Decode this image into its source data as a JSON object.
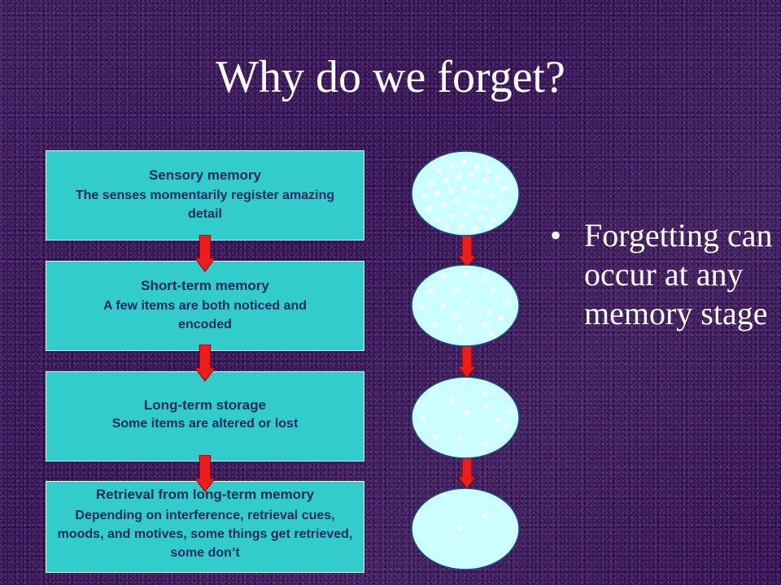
{
  "title": "Why do we forget?",
  "stages": [
    {
      "name": "Sensory memory",
      "desc": "The senses momentarily register amazing detail"
    },
    {
      "name": "Short-term memory",
      "desc": "A few items are both noticed and encoded"
    },
    {
      "name": "Long-term storage",
      "desc": "Some items are altered or lost"
    },
    {
      "name": "Retrieval from long-term memory",
      "desc": "Depending on interference, retrieval cues, moods, and motives, some things get retrieved, some don’t"
    }
  ],
  "bullet": {
    "symbol": "•",
    "text": "Forgetting can occur at any memory stage"
  },
  "colors": {
    "box_fill": "#33cccc",
    "box_text": "#0b2a5e",
    "oval_fill": "#ccffff",
    "arrow_fill": "#ee1c1c",
    "text": "#ffffff"
  }
}
